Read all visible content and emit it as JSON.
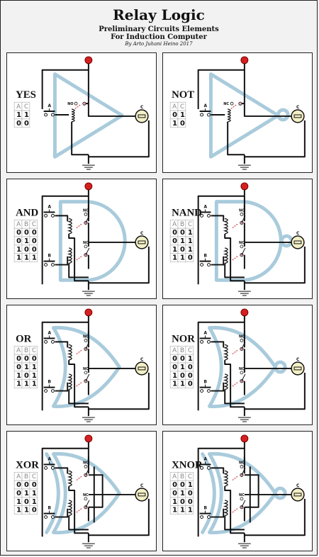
{
  "header": {
    "title": "Relay Logic",
    "subtitle_1": "Preliminary Circuits Elements",
    "subtitle_2": "For Induction Computer",
    "author": "By Arto Juhani Heino 2017"
  },
  "colors": {
    "gate_outline": "#a9cbdc",
    "wire": "#111111",
    "power_node": "#d42020",
    "output_lamp": "#f3efc6",
    "pole_pink": "#e7a8b4",
    "dashed_link": "#cc2222",
    "panel_background": "#ffffff",
    "page_background": "#f2f2f2"
  },
  "panels": [
    {
      "gate": "YES",
      "shape": "buffer",
      "inputs": [
        "A"
      ],
      "output": "C",
      "contact_labels": [
        "NO"
      ],
      "table": {
        "headers": [
          "A",
          "C"
        ],
        "rows": [
          [
            "1",
            "1"
          ],
          [
            "0",
            "0"
          ]
        ]
      }
    },
    {
      "gate": "NOT",
      "shape": "buffer-bubble",
      "inputs": [
        "A"
      ],
      "output": "C",
      "contact_labels": [
        "NC"
      ],
      "table": {
        "headers": [
          "A",
          "C"
        ],
        "rows": [
          [
            "0",
            "1"
          ],
          [
            "1",
            "0"
          ]
        ]
      }
    },
    {
      "gate": "AND",
      "shape": "and",
      "inputs": [
        "A",
        "B"
      ],
      "output": "C",
      "contact_labels": [
        "NO",
        "NO"
      ],
      "table": {
        "headers": [
          "A",
          "B",
          "C"
        ],
        "rows": [
          [
            "0",
            "0",
            "0"
          ],
          [
            "0",
            "1",
            "0"
          ],
          [
            "1",
            "0",
            "0"
          ],
          [
            "1",
            "1",
            "1"
          ]
        ]
      }
    },
    {
      "gate": "NAND",
      "shape": "and-bubble",
      "inputs": [
        "A",
        "B"
      ],
      "output": "C",
      "contact_labels": [
        "NC",
        "NC"
      ],
      "table": {
        "headers": [
          "A",
          "B",
          "C"
        ],
        "rows": [
          [
            "0",
            "0",
            "1"
          ],
          [
            "0",
            "1",
            "1"
          ],
          [
            "1",
            "0",
            "1"
          ],
          [
            "1",
            "1",
            "0"
          ]
        ]
      }
    },
    {
      "gate": "OR",
      "shape": "or",
      "inputs": [
        "A",
        "B"
      ],
      "output": "C",
      "contact_labels": [
        "NO",
        "NO"
      ],
      "table": {
        "headers": [
          "A",
          "B",
          "C"
        ],
        "rows": [
          [
            "0",
            "0",
            "0"
          ],
          [
            "0",
            "1",
            "1"
          ],
          [
            "1",
            "0",
            "1"
          ],
          [
            "1",
            "1",
            "1"
          ]
        ]
      }
    },
    {
      "gate": "NOR",
      "shape": "or-bubble",
      "inputs": [
        "A",
        "B"
      ],
      "output": "C",
      "contact_labels": [
        "NC",
        "NC"
      ],
      "table": {
        "headers": [
          "A",
          "B",
          "C"
        ],
        "rows": [
          [
            "0",
            "0",
            "1"
          ],
          [
            "0",
            "1",
            "0"
          ],
          [
            "1",
            "0",
            "0"
          ],
          [
            "1",
            "1",
            "0"
          ]
        ]
      }
    },
    {
      "gate": "XOR",
      "shape": "xor",
      "inputs": [
        "A",
        "B"
      ],
      "output": "C",
      "contact_labels": [
        "NC",
        "NC"
      ],
      "table": {
        "headers": [
          "A",
          "B",
          "C"
        ],
        "rows": [
          [
            "0",
            "0",
            "0"
          ],
          [
            "0",
            "1",
            "1"
          ],
          [
            "1",
            "0",
            "1"
          ],
          [
            "1",
            "1",
            "0"
          ]
        ]
      }
    },
    {
      "gate": "XNOR",
      "shape": "xor-bubble",
      "inputs": [
        "A",
        "B"
      ],
      "output": "C",
      "contact_labels": [
        "NC",
        "NC"
      ],
      "table": {
        "headers": [
          "A",
          "B",
          "C"
        ],
        "rows": [
          [
            "0",
            "0",
            "1"
          ],
          [
            "0",
            "1",
            "0"
          ],
          [
            "1",
            "0",
            "0"
          ],
          [
            "1",
            "1",
            "1"
          ]
        ]
      }
    }
  ]
}
